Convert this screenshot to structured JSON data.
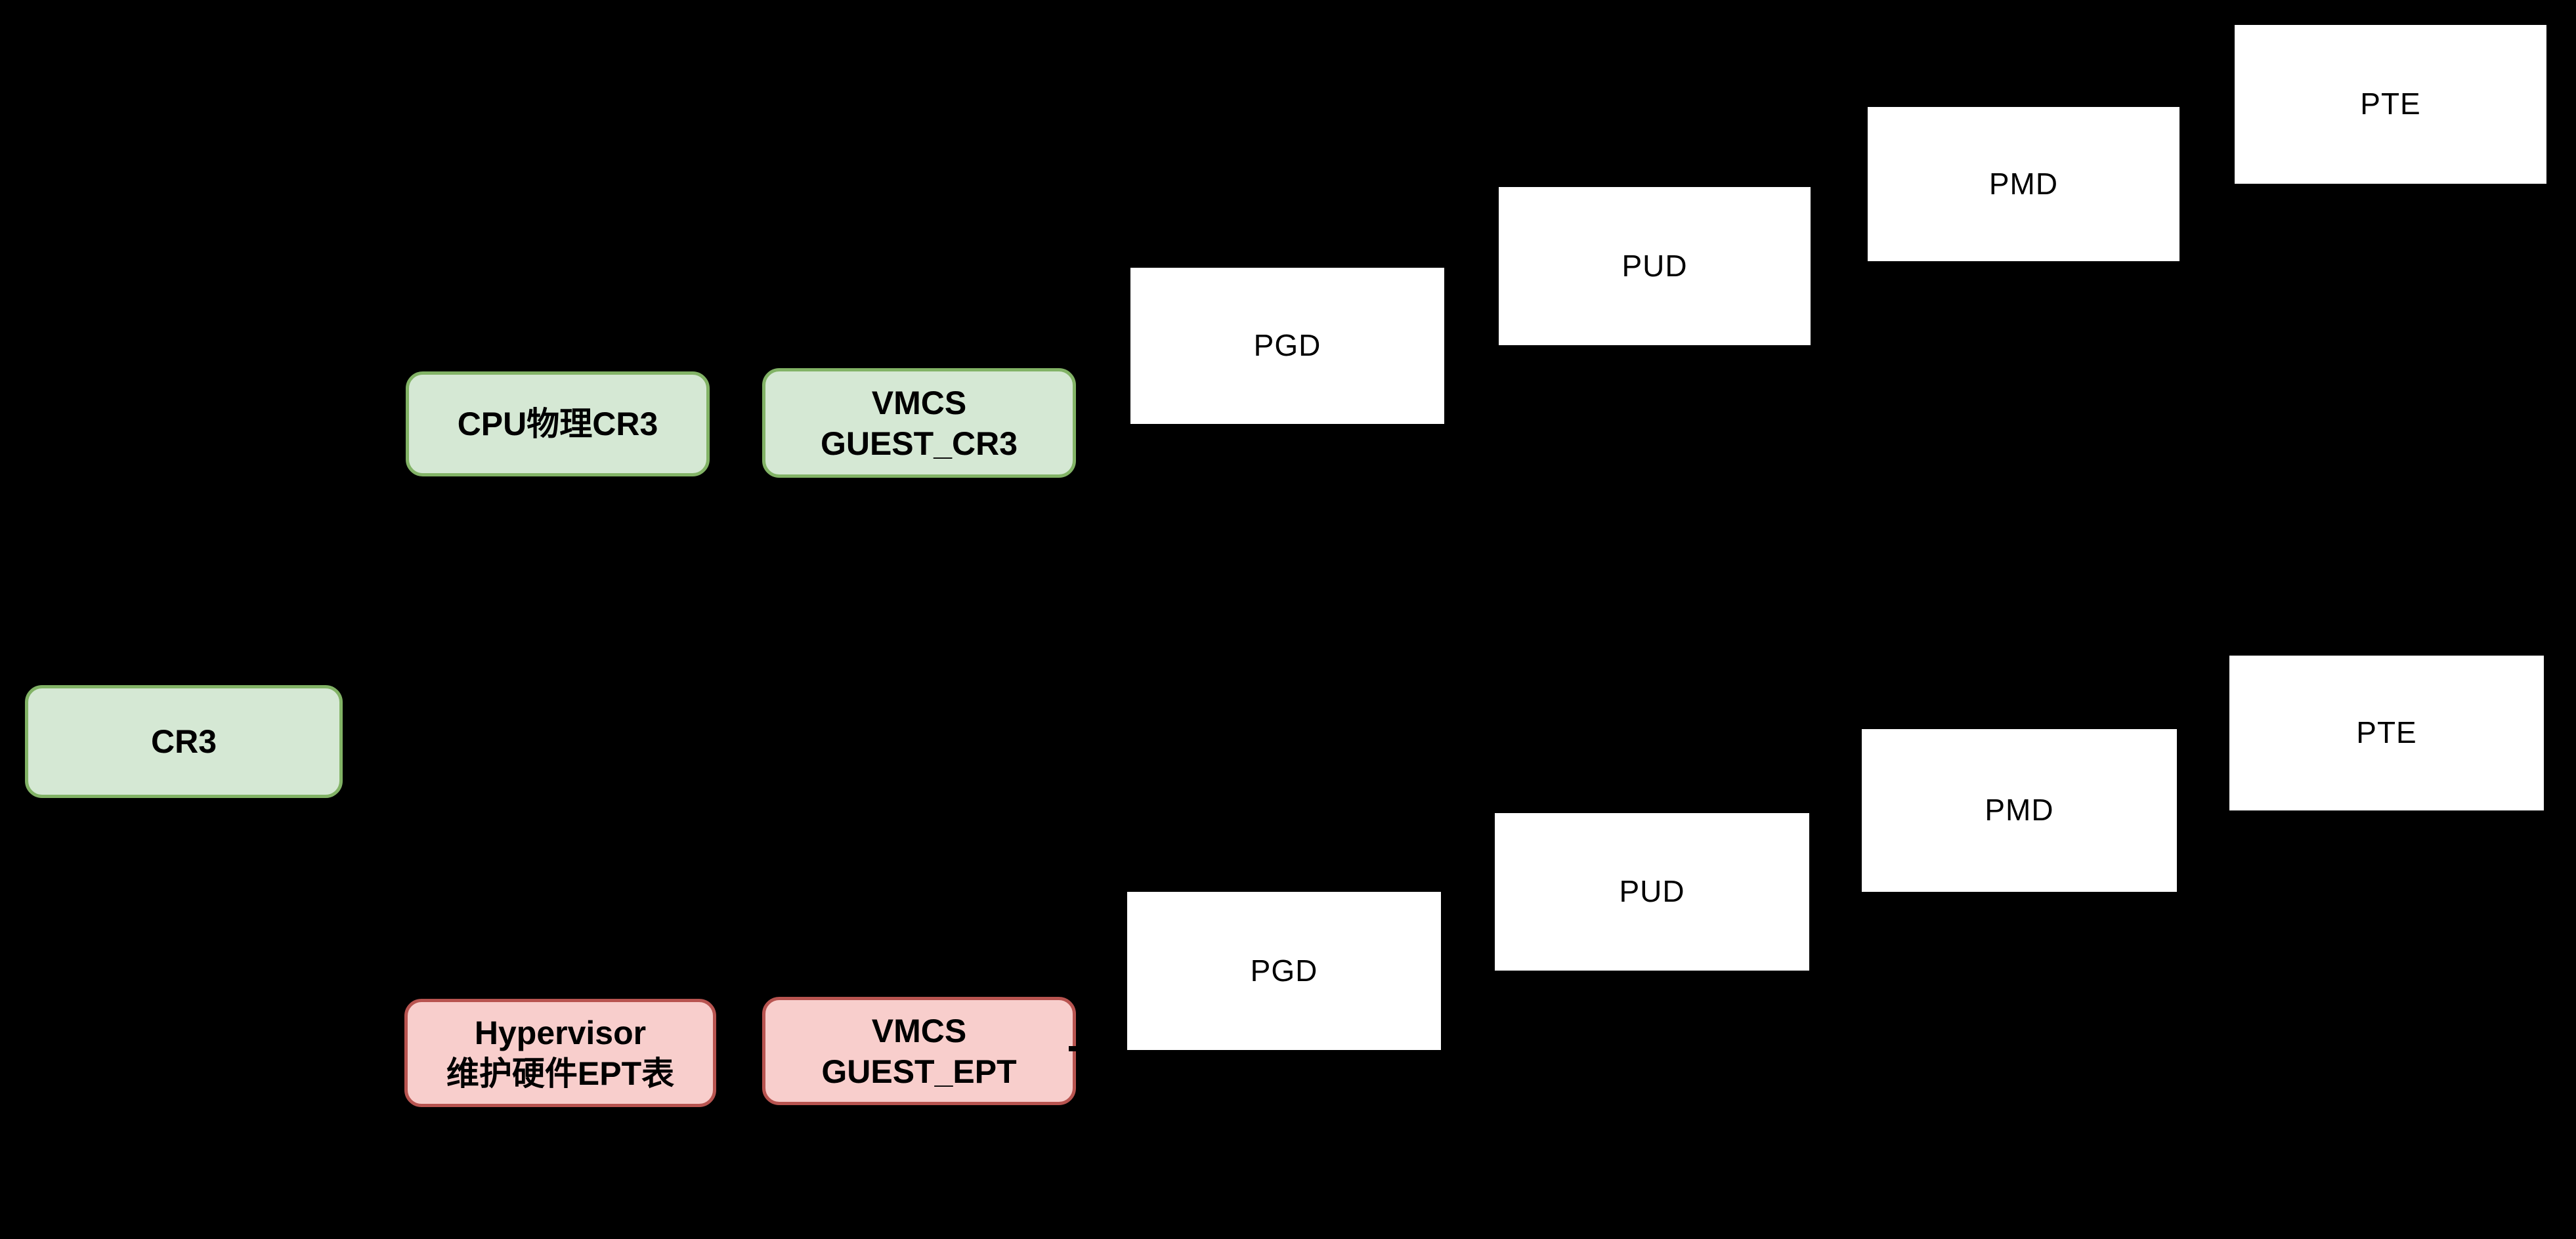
{
  "diagram": {
    "description": "Virtualization page-table diagram: guest CR3 and Hypervisor EPT each point to a PGD-PUD-PMD-PTE page table walk chain",
    "background_color": "#000000",
    "palette": {
      "green_fill": "#d5e8d4",
      "green_stroke": "#82b366",
      "red_fill": "#f8cecc",
      "red_stroke": "#b85450",
      "white_fill": "#ffffff",
      "text_color": "#000000"
    },
    "nodes": {
      "cr3": {
        "label": "CR3",
        "style": "green-rounded"
      },
      "cpu_cr3": {
        "label": "CPU物理CR3",
        "style": "green-rounded"
      },
      "vmcs_guest_cr3": {
        "label": "VMCS\nGUEST_CR3",
        "style": "green-rounded"
      },
      "hypervisor_ept": {
        "label": "Hypervisor\n维护硬件EPT表",
        "style": "red-rounded"
      },
      "vmcs_guest_ept": {
        "label": "VMCS\nGUEST_EPT",
        "style": "red-rounded"
      },
      "pgd_top": {
        "label": "PGD",
        "style": "white-rect"
      },
      "pud_top": {
        "label": "PUD",
        "style": "white-rect"
      },
      "pmd_top": {
        "label": "PMD",
        "style": "white-rect"
      },
      "pte_top": {
        "label": "PTE",
        "style": "white-rect"
      },
      "pgd_bottom": {
        "label": "PGD",
        "style": "white-rect"
      },
      "pud_bottom": {
        "label": "PUD",
        "style": "white-rect"
      },
      "pmd_bottom": {
        "label": "PMD",
        "style": "white-rect"
      },
      "pte_bottom": {
        "label": "PTE",
        "style": "white-rect"
      }
    }
  }
}
